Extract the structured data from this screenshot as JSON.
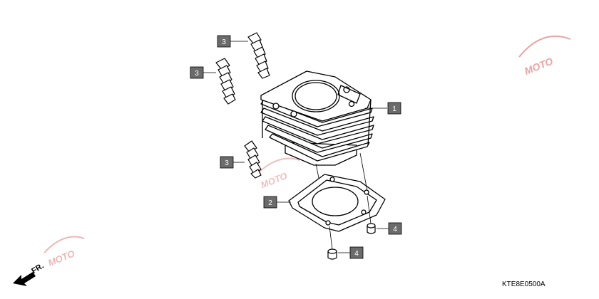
{
  "diagram": {
    "callouts": [
      {
        "id": "c1",
        "label": "1"
      },
      {
        "id": "c2",
        "label": "2"
      },
      {
        "id": "c3a",
        "label": "3"
      },
      {
        "id": "c3b",
        "label": "3"
      },
      {
        "id": "c3c",
        "label": "3"
      },
      {
        "id": "c4a",
        "label": "4"
      },
      {
        "id": "c4b",
        "label": "4"
      }
    ],
    "front_indicator": "FR.",
    "diagram_code": "KTE8E0500A",
    "watermark": {
      "text": "MOTO"
    },
    "colors": {
      "line": "#000000",
      "callout_bg": "#6b6b6b",
      "watermark": "#d44a4a"
    }
  }
}
